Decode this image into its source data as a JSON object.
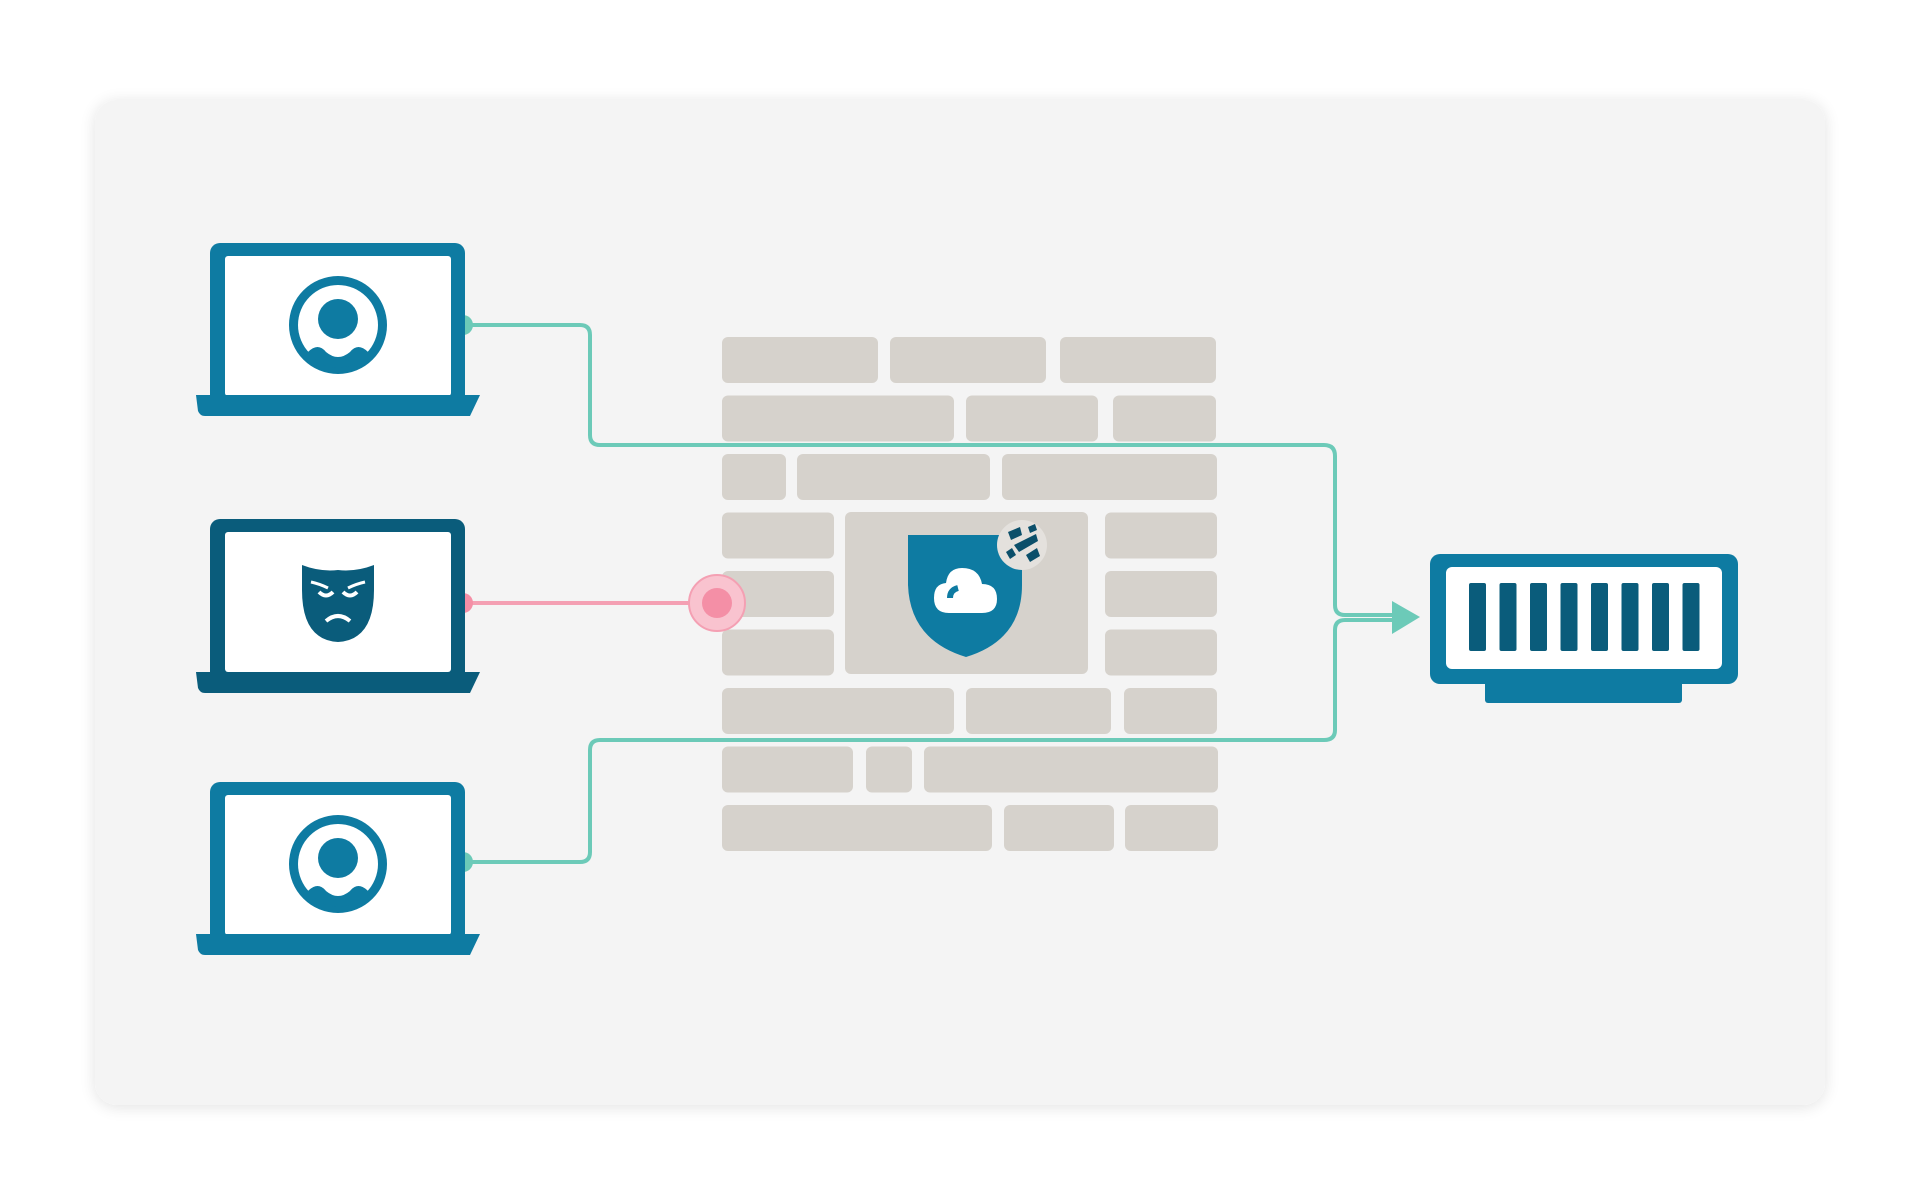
{
  "colors": {
    "page_background": "#ffffff",
    "panel_background": "#f4f4f4",
    "laptop_primary": "#0e7ba2",
    "laptop_dark": "#0a5c7b",
    "screen_background": "#ffffff",
    "brick": "#d6d2cc",
    "allowed_connection": "#6ccab8",
    "blocked_connection": "#f4a0b3",
    "blocked_endpoint": "#f48fa6",
    "server_primary": "#0e7ba2",
    "server_slot": "#0a5c7b",
    "shield": "#0e7ba2",
    "badge_background": "#e4e1dd",
    "badge_icon": "#0b4f6a"
  },
  "nodes": {
    "laptop_trusted_top": {
      "role": "trusted-user",
      "icon": "user-icon"
    },
    "laptop_malicious": {
      "role": "malicious-actor",
      "icon": "mask-icon"
    },
    "laptop_trusted_bottom": {
      "role": "trusted-user",
      "icon": "user-icon"
    },
    "firewall": {
      "icon": "cloud-shield-icon",
      "badge_icon": "shatter-icon"
    },
    "server": {
      "icon": "server-rack-icon",
      "slot_count": 8
    }
  },
  "connections": [
    {
      "from": "laptop_trusted_top",
      "to": "server",
      "status": "allowed"
    },
    {
      "from": "laptop_malicious",
      "to": "firewall",
      "status": "blocked"
    },
    {
      "from": "laptop_trusted_bottom",
      "to": "server",
      "status": "allowed"
    }
  ]
}
